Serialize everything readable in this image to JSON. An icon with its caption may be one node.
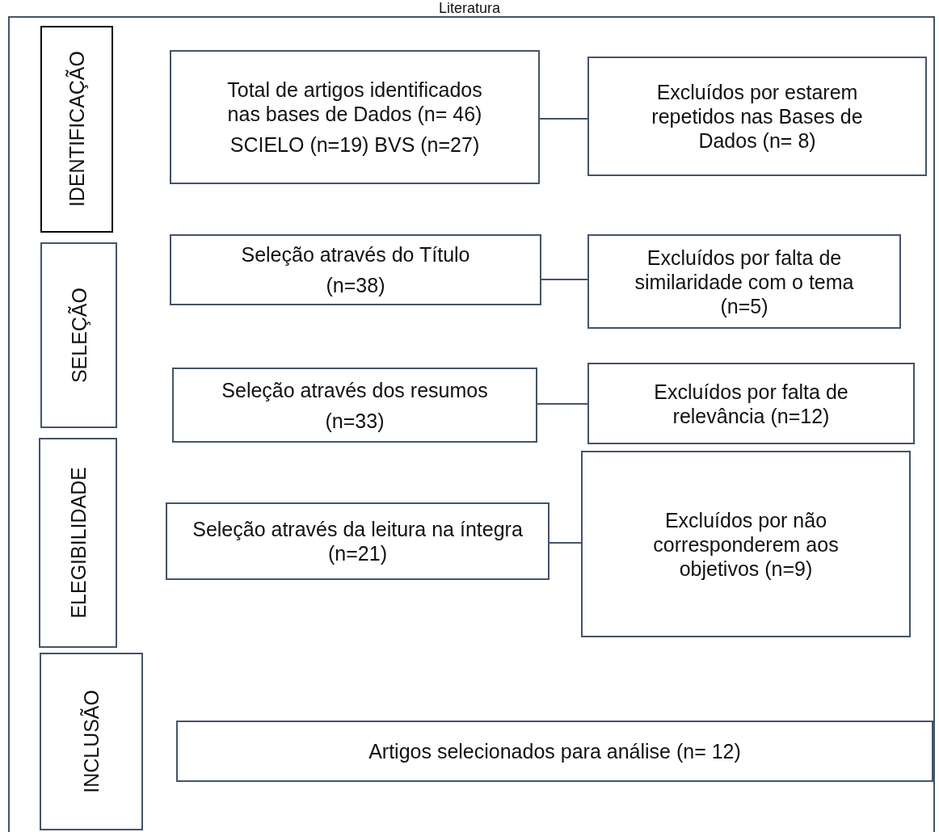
{
  "diagram": {
    "title": "Literatura",
    "nodes": [
      {
        "text": [
          "IDENTIFICAÇÃO"
        ]
      },
      {
        "text": [
          "Total de artigos identificados nas bases de Dados (n= 46)",
          "SCIELO (n=19) BVS (n=27)"
        ]
      },
      {
        "text": [
          "Excluídos por estarem repetidos nas Bases de Dados (n= 8)"
        ]
      },
      {
        "text": [
          "SELEÇÃO"
        ]
      },
      {
        "text": [
          "Seleção através do Título",
          "(n=38)"
        ]
      },
      {
        "text": [
          "Excluídos por falta de similaridade com o tema (n=5)"
        ]
      },
      {
        "text": [
          "Seleção através dos resumos",
          "(n=33)"
        ]
      },
      {
        "text": [
          "Excluídos por falta de relevância (n=12)"
        ]
      },
      {
        "text": [
          "ELEGIBILIDADE"
        ]
      },
      {
        "text": [
          "Seleção através da leitura na íntegra (n=21)"
        ]
      },
      {
        "text": [
          "Excluídos por não corresponderem aos objetivos (n=9)"
        ]
      },
      {
        "text": [
          "INCLUSÃO"
        ]
      },
      {
        "text": [
          "Artigos selecionados para análise (n= 12)"
        ]
      }
    ],
    "edges": [
      {
        "from": 1,
        "to": 2,
        "arrow": "none"
      },
      {
        "from": 4,
        "to": 5,
        "arrow": "none"
      },
      {
        "from": 6,
        "to": 7,
        "arrow": "none"
      },
      {
        "from": 9,
        "to": 10,
        "arrow": "none"
      }
    ]
  }
}
